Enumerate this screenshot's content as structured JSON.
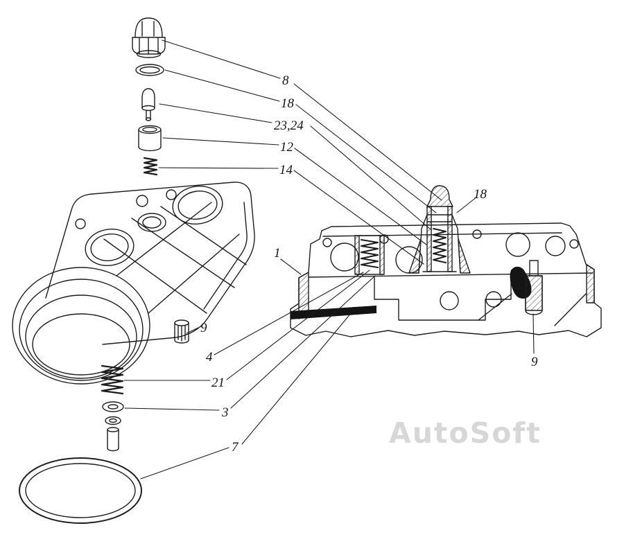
{
  "watermark": "AutoSoft",
  "colors": {
    "line": "#1c1c1c",
    "hatch": "#2a2a2a",
    "watermark": "#d7d7d7",
    "background": "#ffffff"
  },
  "callouts": [
    {
      "id": "8-top",
      "text": "8"
    },
    {
      "id": "18-top",
      "text": "18"
    },
    {
      "id": "23-24",
      "text": "23,24"
    },
    {
      "id": "12",
      "text": "12"
    },
    {
      "id": "14",
      "text": "14"
    },
    {
      "id": "18-right",
      "text": "18"
    },
    {
      "id": "1",
      "text": "1"
    },
    {
      "id": "9-left",
      "text": "9"
    },
    {
      "id": "4",
      "text": "4"
    },
    {
      "id": "21",
      "text": "21"
    },
    {
      "id": "3",
      "text": "3"
    },
    {
      "id": "7",
      "text": "7"
    },
    {
      "id": "9-right",
      "text": "9"
    }
  ]
}
